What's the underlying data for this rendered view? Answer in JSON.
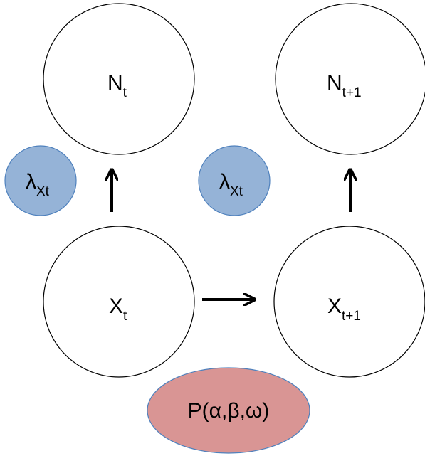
{
  "nodes": {
    "n_t": {
      "label": "N",
      "subscript": "t"
    },
    "n_t1": {
      "label": "N",
      "subscript": "t+1"
    },
    "x_t": {
      "label": "X",
      "subscript": "t"
    },
    "x_t1": {
      "label": "X",
      "subscript": "t+1"
    }
  },
  "params": {
    "lambda_left": {
      "label": "λ",
      "subscript": "Xt"
    },
    "lambda_right": {
      "label": "λ",
      "subscript": "Xt"
    },
    "transition": {
      "label": "P(α,β,ω)"
    }
  },
  "colors": {
    "lambda_fill": "#95b3d7",
    "lambda_stroke": "#4f81bd",
    "transition_fill": "#d99594",
    "transition_stroke": "#4f81bd",
    "node_stroke": "#000000",
    "arrow": "#000000"
  }
}
